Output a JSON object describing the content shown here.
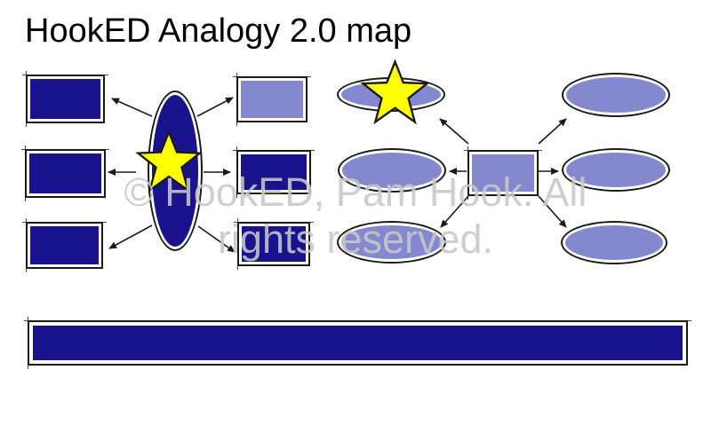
{
  "title": "HookED Analogy 2.0 map",
  "watermark": {
    "line1": "© HookED, Pam Hook. All",
    "line2": "rights reserved."
  },
  "colors": {
    "background": "#FFFFFF",
    "navy": "#19138E",
    "periwinkle": "#8489CF",
    "star-yellow": "#FFFF00",
    "outline": "#1A1A1A",
    "watermark-gray": "#C8C8C8"
  }
}
